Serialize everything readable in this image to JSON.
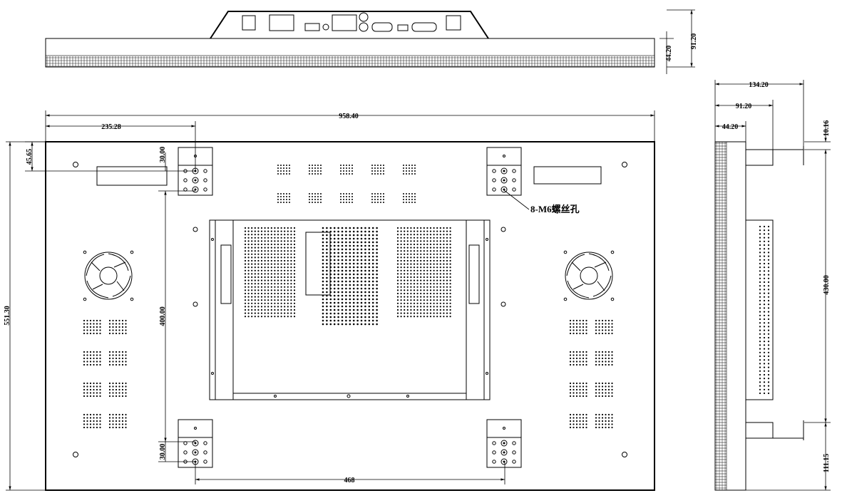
{
  "dimensions": {
    "top_total_height": "91.20",
    "top_bezel_depth": "44.20",
    "overall_width": "958.40",
    "bracket_offset_x": "235.28",
    "bracket_offset_y": "45.65",
    "bracket_hole_top": "30.00",
    "bracket_hole_bottom": "30.00",
    "vertical_hole_spacing": "400.00",
    "horizontal_hole_spacing": "468",
    "overall_height": "551.30",
    "side_total_depth": "134.20",
    "side_mount_depth": "91.20",
    "side_bezel_depth": "44.20",
    "side_top_offset": "10.16",
    "side_hole_spacing": "430.00",
    "side_bottom_offset": "111.15"
  },
  "callouts": {
    "screw_holes": "8-M6螺丝孔"
  }
}
